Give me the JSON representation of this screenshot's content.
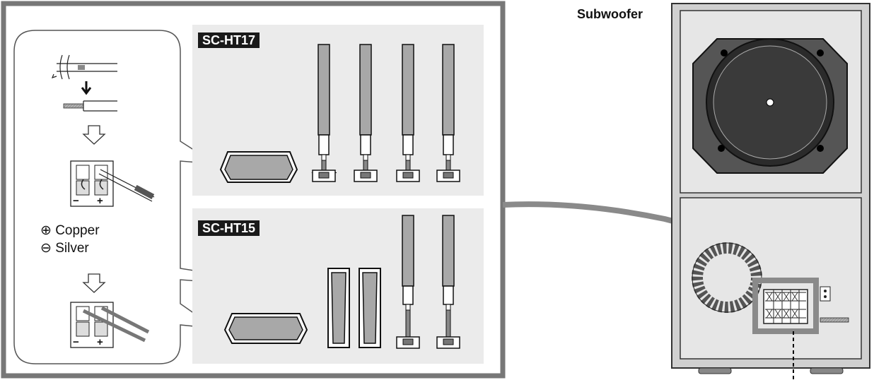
{
  "labels": {
    "model_a": "SC-HT17",
    "model_b": "SC-HT15",
    "subwoofer": "Subwoofer",
    "copper": "Copper",
    "silver": "Silver",
    "plus_symbol": "⊕",
    "minus_symbol": "⊖",
    "terminal_minus": "−",
    "terminal_plus": "+"
  },
  "colors": {
    "frame": "#777777",
    "panel": "#ebebeb",
    "speaker_fill": "#a8a8a8",
    "cable": "#8a8a8a",
    "woofer_ring": "#2b2b2b",
    "subwoofer_body": "#e3e3e3"
  }
}
